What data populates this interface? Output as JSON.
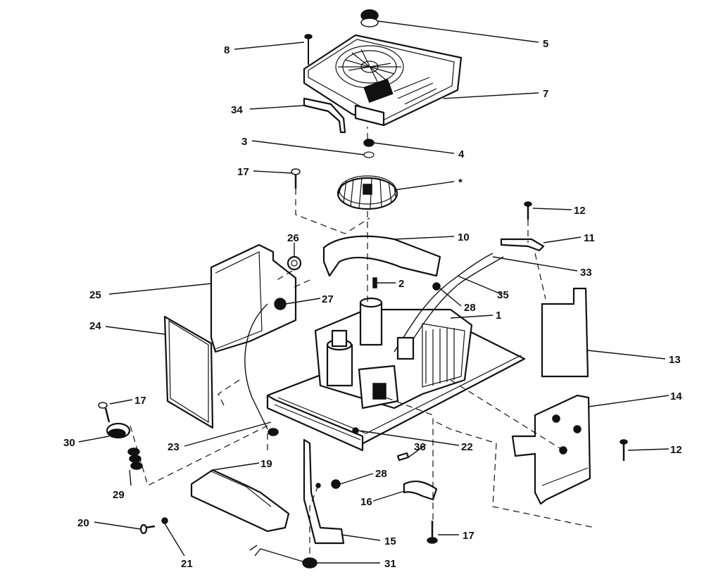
{
  "labels": [
    {
      "key": "l8",
      "text": "8"
    },
    {
      "key": "l5",
      "text": "5"
    },
    {
      "key": "l34",
      "text": "34"
    },
    {
      "key": "l7",
      "text": "7"
    },
    {
      "key": "l3",
      "text": "3"
    },
    {
      "key": "l4",
      "text": "4"
    },
    {
      "key": "l17a",
      "text": "17"
    },
    {
      "key": "lstar",
      "text": "*"
    },
    {
      "key": "l12a",
      "text": "12"
    },
    {
      "key": "l11",
      "text": "11"
    },
    {
      "key": "l10",
      "text": "10"
    },
    {
      "key": "l26",
      "text": "26"
    },
    {
      "key": "l33",
      "text": "33"
    },
    {
      "key": "l25",
      "text": "25"
    },
    {
      "key": "l2",
      "text": "2"
    },
    {
      "key": "l35",
      "text": "35"
    },
    {
      "key": "l27",
      "text": "27"
    },
    {
      "key": "l28a",
      "text": "28"
    },
    {
      "key": "l1",
      "text": "1"
    },
    {
      "key": "l24",
      "text": "24"
    },
    {
      "key": "l13",
      "text": "13"
    },
    {
      "key": "l14",
      "text": "14"
    },
    {
      "key": "l17b",
      "text": "17"
    },
    {
      "key": "l30",
      "text": "30"
    },
    {
      "key": "l23",
      "text": "23"
    },
    {
      "key": "l22",
      "text": "22"
    },
    {
      "key": "l12b",
      "text": "12"
    },
    {
      "key": "l36",
      "text": "36"
    },
    {
      "key": "l19",
      "text": "19"
    },
    {
      "key": "l29",
      "text": "29"
    },
    {
      "key": "l28b",
      "text": "28"
    },
    {
      "key": "l16",
      "text": "16"
    },
    {
      "key": "l20",
      "text": "20"
    },
    {
      "key": "l17c",
      "text": "17"
    },
    {
      "key": "l15",
      "text": "15"
    },
    {
      "key": "l21",
      "text": "21"
    },
    {
      "key": "l31",
      "text": "31"
    }
  ]
}
